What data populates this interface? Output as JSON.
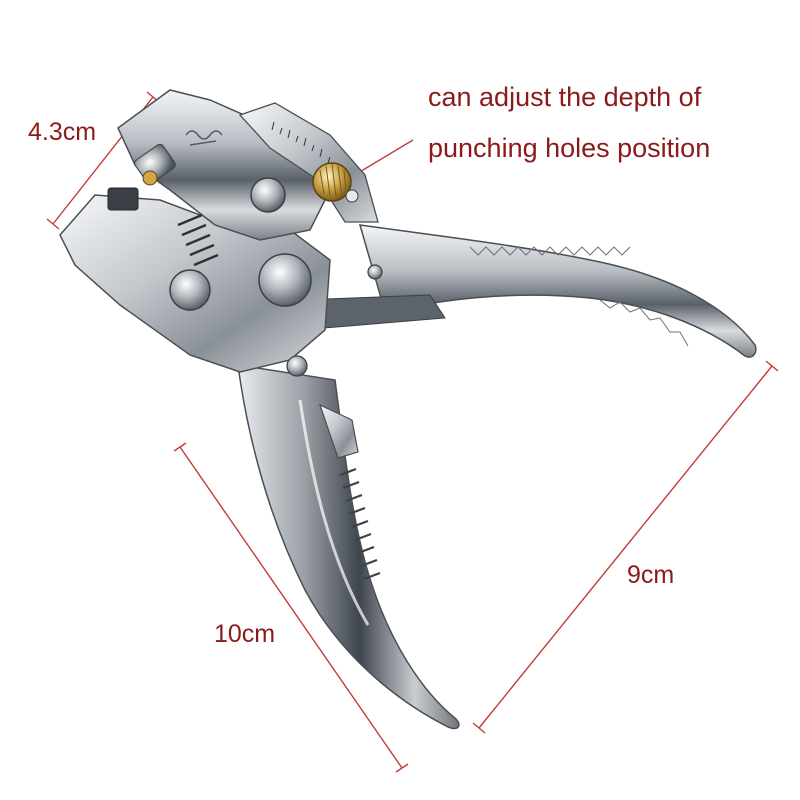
{
  "measurements": {
    "jaw_width": "4.3cm",
    "upper_handle_length": "9cm",
    "lower_handle_length": "10cm"
  },
  "annotation": {
    "line1": "can adjust the depth of",
    "line2": "punching holes position"
  },
  "colors": {
    "label_text": "#8b1a1a",
    "dimension_line": "#c23b3b",
    "background": "#ffffff"
  },
  "subject": "leather-hole-punch-pliers"
}
